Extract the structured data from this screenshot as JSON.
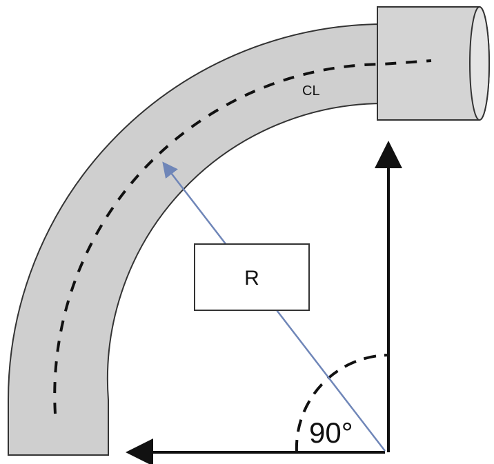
{
  "labels": {
    "centerline": "CL",
    "radius": "R",
    "angle": "90°"
  },
  "colors": {
    "pipe_fill": "#cfcfcf",
    "pipe_stroke": "#333333",
    "dash": "#111111",
    "axis": "#111111",
    "radius_arrow": "#6f86b8",
    "box_fill": "#ffffff"
  }
}
